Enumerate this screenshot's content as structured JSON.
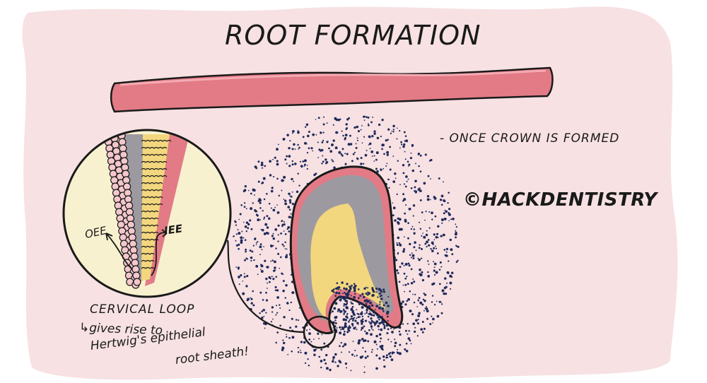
{
  "title": "ROOT FORMATION",
  "note": "- ONCE CROWN IS FORMED",
  "credit": "©HACKDENTISTRY",
  "inset": {
    "oee_label": "OEE",
    "iee_label": "IEE"
  },
  "caption": {
    "heading": "CERVICAL LOOP",
    "line1": "↳gives rise to",
    "line2": "Hertwig's epithelial",
    "line3": "root sheath!"
  },
  "colors": {
    "background_blob": "#f7e1e3",
    "enamel_pink": "#e27b86",
    "dentin_gray": "#9c9aa0",
    "pulp_yellow": "#f3d77e",
    "inset_fill": "#f8f1cf",
    "dots_navy": "#1f2a5a"
  }
}
